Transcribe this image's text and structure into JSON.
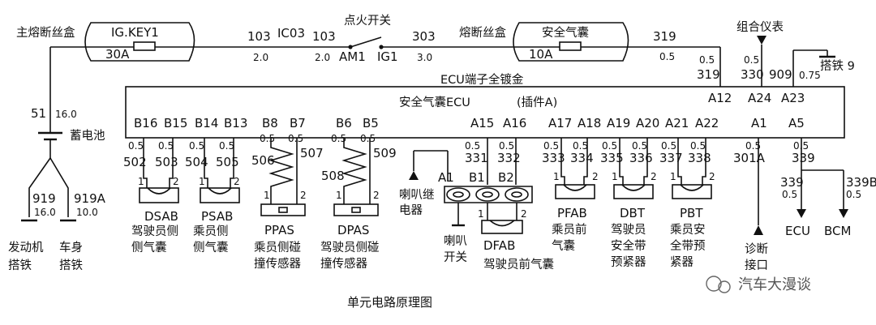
{
  "top": {
    "main_fuse_box": "主熔断丝盒",
    "ig_key_label": "IG.KEY1",
    "fuse_30a": "30A",
    "wire_103a": "103",
    "ic03": "IC03",
    "wire_103b": "103",
    "gauge_20a": "2.0",
    "gauge_20b": "2.0",
    "ignition_switch": "点火开关",
    "am1": "AM1",
    "ig1": "IG1",
    "wire_303": "303",
    "gauge_30": "3.0",
    "fuse_box": "熔断丝盒",
    "airbag_fuse_label": "安全气囊",
    "fuse_10a": "10A",
    "wire_319": "319",
    "gauge_319": "0.5",
    "cluster": "组合仪表",
    "ground9": "搭铁 9"
  },
  "ecu": {
    "terminal_note": "ECU端子全镀金",
    "name": "安全气囊ECU",
    "plug": "(插件A)",
    "top_pins": [
      {
        "wire": "319",
        "gauge": "0.5",
        "pin": "A12"
      },
      {
        "wire": "330",
        "gauge": "0.5",
        "pin": "A24"
      },
      {
        "wire": "909",
        "gauge": "0.75",
        "pin": "A23"
      }
    ],
    "bottom_pins": [
      "B16",
      "B15",
      "B14",
      "B13",
      "B8",
      "B7",
      "B6",
      "B5",
      "A15",
      "A16",
      "A17",
      "A18",
      "A19",
      "A20",
      "A21",
      "A22",
      "A1",
      "A5"
    ]
  },
  "wires": [
    {
      "g": "0.5",
      "n": "502"
    },
    {
      "g": "0.5",
      "n": "503"
    },
    {
      "g": "0.5",
      "n": "504"
    },
    {
      "g": "0.5",
      "n": "505"
    },
    {
      "g": "0.5",
      "n": "506"
    },
    {
      "g": "0.5",
      "n": "507"
    },
    {
      "g": "0.5",
      "n": "508"
    },
    {
      "g": "0.5",
      "n": "509"
    },
    {
      "g": "0.5",
      "n": "331"
    },
    {
      "g": "0.5",
      "n": "332"
    },
    {
      "g": "0.5",
      "n": "333"
    },
    {
      "g": "0.5",
      "n": "334"
    },
    {
      "g": "0.5",
      "n": "335"
    },
    {
      "g": "0.5",
      "n": "336"
    },
    {
      "g": "0.5",
      "n": "337"
    },
    {
      "g": "0.5",
      "n": "338"
    },
    {
      "g": "0.5",
      "n": "301A"
    },
    {
      "g": "0.5",
      "n": "339"
    }
  ],
  "battery": {
    "wire_51": "51",
    "gauge_51": "16.0",
    "label": "蓄电池",
    "wire_919": "919",
    "gauge_919": "16.0",
    "wire_919a": "919A",
    "gauge_919a": "10.0",
    "engine_ground": [
      "发动机",
      "搭铁"
    ],
    "body_ground": [
      "车身",
      "搭铁"
    ]
  },
  "components": {
    "dsab": {
      "code": "DSAB",
      "name": [
        "驾驶员侧",
        "侧气囊"
      ]
    },
    "psab": {
      "code": "PSAB",
      "name": [
        "乘员侧",
        "侧气囊"
      ]
    },
    "ppas": {
      "code": "PPAS",
      "name": [
        "乘员侧碰",
        "撞传感器"
      ]
    },
    "dpas": {
      "code": "DPAS",
      "name": [
        "驾驶员侧碰",
        "撞传感器"
      ]
    },
    "horn_relay": [
      "喇叭继",
      "电器"
    ],
    "horn_switch": [
      "喇叭",
      "开关"
    ],
    "clock_spring": [
      "A1",
      "B1",
      "B2"
    ],
    "dfab": {
      "code": "DFAB",
      "name": "驾驶员前气囊"
    },
    "pfab": {
      "code": "PFAB",
      "name": [
        "乘员前",
        "气囊"
      ]
    },
    "dbt": {
      "code": "DBT",
      "name": [
        "驾驶员",
        "安全带",
        "预紧器"
      ]
    },
    "pbt": {
      "code": "PBT",
      "name": [
        "乘员安",
        "全带预",
        "紧器"
      ]
    },
    "diag": [
      "诊断",
      "接口"
    ],
    "ecu_out": "ECU",
    "bcm_out": "BCM",
    "wire_339": "339",
    "gauge_339": "0.5",
    "wire_339b": "339B",
    "gauge_339b": "0.5"
  },
  "pin_one": "1",
  "pin_two": "2",
  "caption": "单元电路原理图",
  "watermark": "汽车大漫谈"
}
